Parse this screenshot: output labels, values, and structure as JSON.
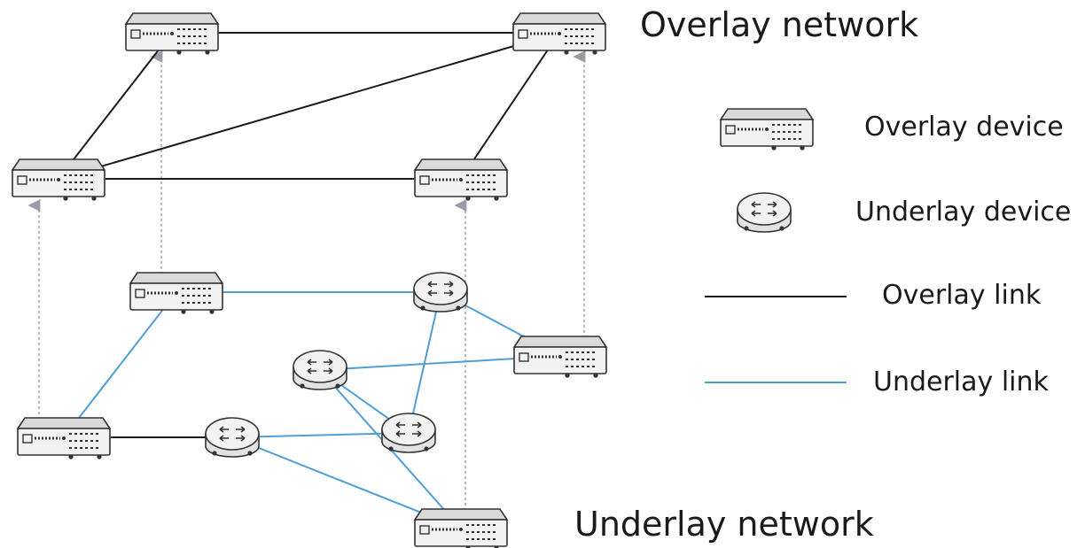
{
  "title_overlay": "Overlay network",
  "title_underlay": "Underlay network",
  "legend": {
    "overlay_device": "Overlay device",
    "underlay_device": "Underlay device",
    "overlay_link": "Overlay link",
    "underlay_link": "Underlay link"
  },
  "colors": {
    "overlay_link": "#1a1a1a",
    "underlay_link": "#4f9fd6",
    "projection": "#a8a8a8",
    "arrow": "#9a9aa8",
    "device_stroke": "#333333",
    "device_fill": "#f2f2f2"
  },
  "nodes": [
    {
      "id": "o1",
      "type": "overlay-device",
      "layer": "overlay"
    },
    {
      "id": "o2",
      "type": "overlay-device",
      "layer": "overlay"
    },
    {
      "id": "o3",
      "type": "overlay-device",
      "layer": "overlay"
    },
    {
      "id": "o4",
      "type": "overlay-device",
      "layer": "overlay"
    },
    {
      "id": "u1",
      "type": "overlay-device",
      "layer": "underlay"
    },
    {
      "id": "u2",
      "type": "overlay-device",
      "layer": "underlay"
    },
    {
      "id": "u3",
      "type": "overlay-device",
      "layer": "underlay"
    },
    {
      "id": "u4",
      "type": "overlay-device",
      "layer": "underlay"
    },
    {
      "id": "r1",
      "type": "underlay-device",
      "layer": "underlay"
    },
    {
      "id": "r2",
      "type": "underlay-device",
      "layer": "underlay"
    },
    {
      "id": "r3",
      "type": "underlay-device",
      "layer": "underlay"
    },
    {
      "id": "r4",
      "type": "underlay-device",
      "layer": "underlay"
    }
  ],
  "overlay_links": [
    [
      "o1",
      "o2"
    ],
    [
      "o1",
      "o3"
    ],
    [
      "o2",
      "o3"
    ],
    [
      "o3",
      "o4"
    ],
    [
      "o2",
      "o4"
    ],
    [
      "u3",
      "r3"
    ]
  ],
  "underlay_links": [
    [
      "u1",
      "r1"
    ],
    [
      "u1",
      "u3"
    ],
    [
      "r1",
      "r4"
    ],
    [
      "r1",
      "u2"
    ],
    [
      "r4",
      "r2"
    ],
    [
      "r4",
      "r3"
    ],
    [
      "r2",
      "u2"
    ],
    [
      "r2",
      "u4"
    ],
    [
      "r3",
      "u4"
    ]
  ],
  "projections": [
    [
      "u1",
      "o1"
    ],
    [
      "u3",
      "o3"
    ],
    [
      "u4",
      "o4"
    ],
    [
      "u2",
      "o2"
    ]
  ]
}
